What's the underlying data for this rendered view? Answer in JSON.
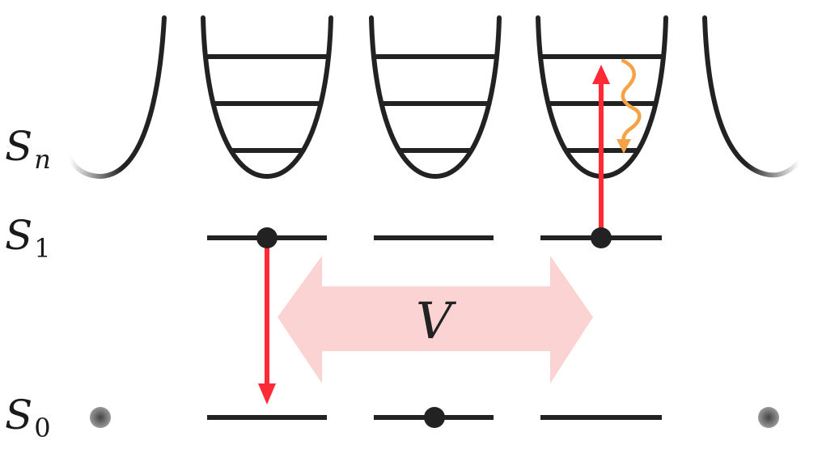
{
  "labels": {
    "sn": {
      "base": "S",
      "sub": "n"
    },
    "s1": {
      "base": "S",
      "sub": "1"
    },
    "s0": {
      "base": "S",
      "sub": "0"
    },
    "coupling": "V"
  },
  "colors": {
    "line": "#222222",
    "dot": "#222222",
    "transition_arrow": "#ff2a35",
    "relaxation_wavy": "#f5a346",
    "coupling_arrow": "#fbd3d3"
  },
  "icons": {
    "excitation": "red-arrow-up",
    "emission": "red-arrow-down",
    "relaxation": "orange-wavy-arrow",
    "coupling": "pink-double-arrow"
  }
}
